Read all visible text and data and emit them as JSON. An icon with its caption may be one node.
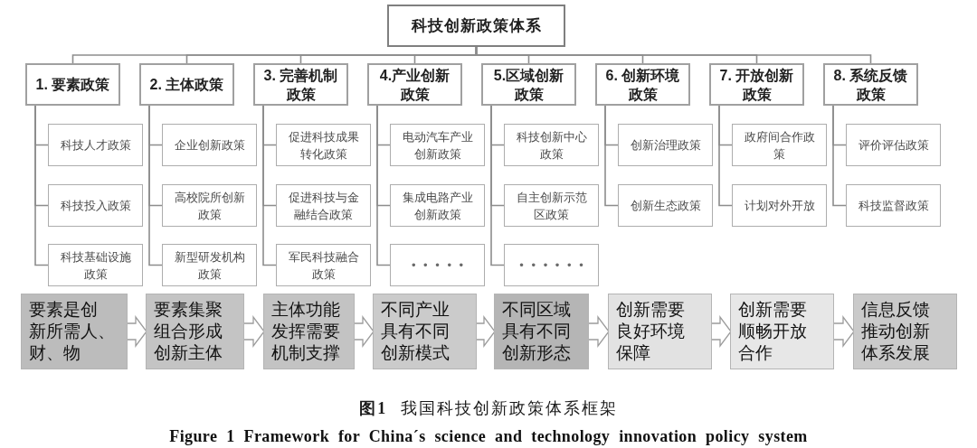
{
  "diagram": {
    "caption": "**图1** 我国科技创新政策体系框架",
    "nodes": [
      {
        "text": [
          "科技创新政策体系"
        ]
      },
      {
        "text": [
          "1. 要素政策"
        ]
      },
      {
        "text": [
          "科技人才政策"
        ]
      },
      {
        "text": [
          "科技投入政策"
        ]
      },
      {
        "text": [
          "科技基础设施政策"
        ]
      },
      {
        "text": [
          "2. 主体政策"
        ]
      },
      {
        "text": [
          "企业创新政策"
        ]
      },
      {
        "text": [
          "高校院所创新政策"
        ]
      },
      {
        "text": [
          "新型研发机构政策"
        ]
      },
      {
        "text": [
          "3. 完善机制政策"
        ]
      },
      {
        "text": [
          "促进科技成果转化政策"
        ]
      },
      {
        "text": [
          "促进科技与金融结合政策"
        ]
      },
      {
        "text": [
          "军民科技融合政策"
        ]
      },
      {
        "text": [
          "4.产业创新政策"
        ]
      },
      {
        "text": [
          "电动汽车产业创新政策"
        ]
      },
      {
        "text": [
          "集成电路产业创新政策"
        ]
      },
      {
        "text": [
          "• • • • •"
        ]
      },
      {
        "text": [
          "5.区域创新政策"
        ]
      },
      {
        "text": [
          "科技创新中心政策"
        ]
      },
      {
        "text": [
          "自主创新示范区政策"
        ]
      },
      {
        "text": [
          "• • • • • •"
        ]
      },
      {
        "text": [
          "6. 创新环境政策"
        ]
      },
      {
        "text": [
          "创新治理政策"
        ]
      },
      {
        "text": [
          "创新生态政策"
        ]
      },
      {
        "text": [
          "7. 开放创新政策"
        ]
      },
      {
        "text": [
          "政府间合作政策"
        ]
      },
      {
        "text": [
          "计划对外开放"
        ]
      },
      {
        "text": [
          "8. 系统反馈政策"
        ]
      },
      {
        "text": [
          "评价评估政策"
        ]
      },
      {
        "text": [
          "科技监督政策"
        ]
      },
      {
        "text": [
          "要素是创新所需人、财、物"
        ]
      },
      {
        "text": [
          "要素集聚组合形成创新主体"
        ]
      },
      {
        "text": [
          "主体功能发挥需要机制支撑"
        ]
      },
      {
        "text": [
          "不同产业具有不同创新模式"
        ]
      },
      {
        "text": [
          "不同区域具有不同创新形态"
        ]
      },
      {
        "text": [
          "创新需要良好环境保障"
        ]
      },
      {
        "text": [
          "创新需要顺畅开放合作"
        ]
      },
      {
        "text": [
          "信息反馈推动创新体系发展"
        ]
      }
    ],
    "edges": [
      {
        "from": 0,
        "to": 1,
        "arrow": "none"
      },
      {
        "from": 0,
        "to": 5,
        "arrow": "none"
      },
      {
        "from": 0,
        "to": 9,
        "arrow": "none"
      },
      {
        "from": 0,
        "to": 13,
        "arrow": "none"
      },
      {
        "from": 0,
        "to": 17,
        "arrow": "none"
      },
      {
        "from": 0,
        "to": 21,
        "arrow": "none"
      },
      {
        "from": 0,
        "to": 24,
        "arrow": "none"
      },
      {
        "from": 0,
        "to": 27,
        "arrow": "none"
      },
      {
        "from": 1,
        "to": 2,
        "arrow": "none"
      },
      {
        "from": 1,
        "to": 3,
        "arrow": "none"
      },
      {
        "from": 1,
        "to": 4,
        "arrow": "none"
      },
      {
        "from": 5,
        "to": 6,
        "arrow": "none"
      },
      {
        "from": 5,
        "to": 7,
        "arrow": "none"
      },
      {
        "from": 5,
        "to": 8,
        "arrow": "none"
      },
      {
        "from": 9,
        "to": 10,
        "arrow": "none"
      },
      {
        "from": 9,
        "to": 11,
        "arrow": "none"
      },
      {
        "from": 9,
        "to": 12,
        "arrow": "none"
      },
      {
        "from": 13,
        "to": 14,
        "arrow": "none"
      },
      {
        "from": 13,
        "to": 15,
        "arrow": "none"
      },
      {
        "from": 13,
        "to": 16,
        "arrow": "none"
      },
      {
        "from": 17,
        "to": 18,
        "arrow": "none"
      },
      {
        "from": 17,
        "to": 19,
        "arrow": "none"
      },
      {
        "from": 17,
        "to": 20,
        "arrow": "none"
      },
      {
        "from": 21,
        "to": 22,
        "arrow": "none"
      },
      {
        "from": 21,
        "to": 23,
        "arrow": "none"
      },
      {
        "from": 24,
        "to": 25,
        "arrow": "none"
      },
      {
        "from": 24,
        "to": 26,
        "arrow": "none"
      },
      {
        "from": 27,
        "to": 28,
        "arrow": "none"
      },
      {
        "from": 27,
        "to": 29,
        "arrow": "none"
      },
      {
        "from": 30,
        "to": 31,
        "arrow": "to",
        "style": "thick"
      },
      {
        "from": 31,
        "to": 32,
        "arrow": "to",
        "style": "thick"
      },
      {
        "from": 32,
        "to": 33,
        "arrow": "to",
        "style": "thick"
      },
      {
        "from": 33,
        "to": 34,
        "arrow": "to",
        "style": "thick"
      },
      {
        "from": 34,
        "to": 35,
        "arrow": "to",
        "style": "thick"
      },
      {
        "from": 35,
        "to": 36,
        "arrow": "to",
        "style": "thick"
      },
      {
        "from": 36,
        "to": 37,
        "arrow": "to",
        "style": "thick"
      }
    ],
    "labels": [
      "Figure 1 Framework for China´s science and technology innovation policy system"
    ]
  }
}
